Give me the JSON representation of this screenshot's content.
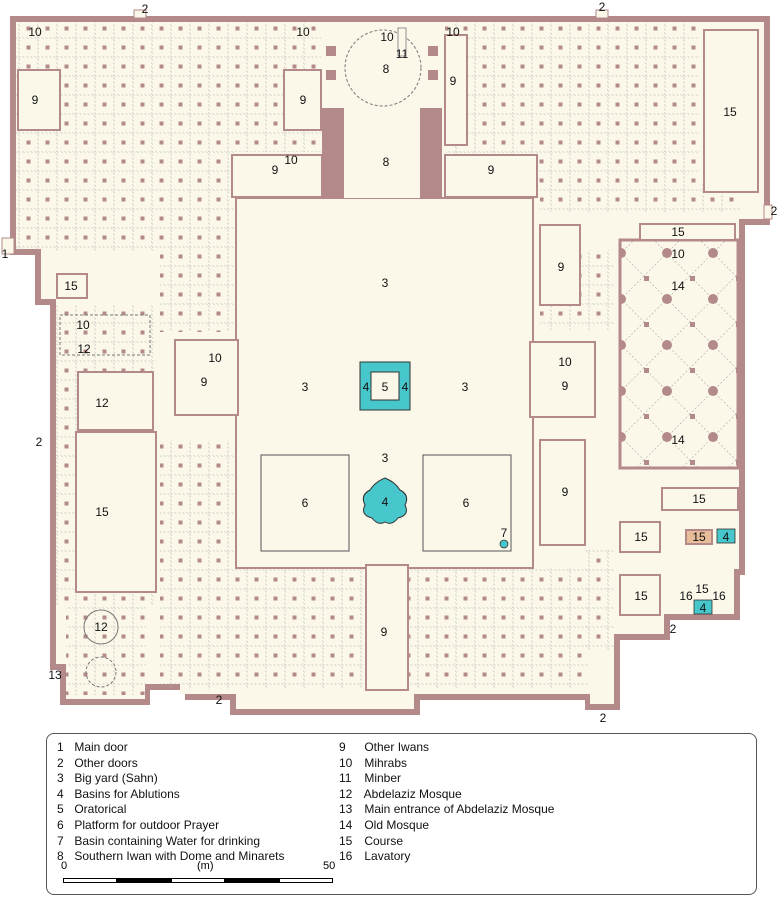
{
  "colors": {
    "wall": "#b38a89",
    "floor": "#fbf8ea",
    "column": "#b38a89",
    "water": "#47c6cb",
    "course_highlight": "#e9bd9a",
    "legend_border": "#555555"
  },
  "plan_labels": {
    "main_door": "1",
    "other_door": "2",
    "big_yard": "3",
    "basin": "4",
    "oratorical": "5",
    "platform": "6",
    "drinking_basin": "7",
    "southern_iwan": "8",
    "other_iwan": "9",
    "mihrab": "10",
    "minber": "11",
    "abdelaziz_mosque": "12",
    "abdelaziz_entrance": "13",
    "old_mosque": "14",
    "course": "15",
    "lavatory": "16"
  },
  "legend": {
    "items": [
      {
        "num": "1",
        "text": "Main door"
      },
      {
        "num": "2",
        "text": "Other doors"
      },
      {
        "num": "3",
        "text": "Big yard (Sahn)"
      },
      {
        "num": "4",
        "text": "Basins for Ablutions"
      },
      {
        "num": "5",
        "text": "Oratorical"
      },
      {
        "num": "6",
        "text": "Platform for outdoor Prayer"
      },
      {
        "num": "7",
        "text": "Basin containing Water for drinking"
      },
      {
        "num": "8",
        "text": "Southern Iwan with Dome and Minarets"
      },
      {
        "num": "9",
        "text": "Other Iwans"
      },
      {
        "num": "10",
        "text": "Mihrabs"
      },
      {
        "num": "11",
        "text": "Minber"
      },
      {
        "num": "12",
        "text": "Abdelaziz Mosque"
      },
      {
        "num": "13",
        "text": "Main entrance of Abdelaziz Mosque"
      },
      {
        "num": "14",
        "text": "Old Mosque"
      },
      {
        "num": "15",
        "text": "Course"
      },
      {
        "num": "16",
        "text": "Lavatory"
      }
    ]
  },
  "scale": {
    "start": "0",
    "unit": "(m)",
    "end": "50"
  }
}
